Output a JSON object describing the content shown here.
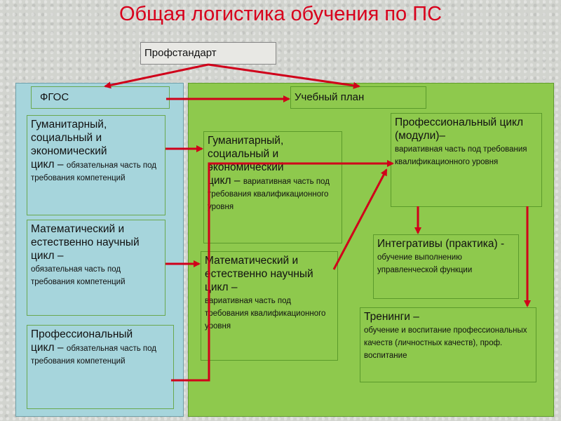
{
  "title": "Общая логистика обучения по ПС",
  "profstandard": "Профстандарт",
  "fgos": "ФГОС",
  "curriculum": "Учебный план",
  "left": {
    "hum_big": "Гуманитарный, социальный и экономический",
    "hum_cycle": "цикл –",
    "hum_small": "обязательная часть под требования компетенций",
    "math_big": "Математический и естественно научный цикл –",
    "math_small": "обязательная часть под требования компетенций",
    "prof_big": "Профессиональный",
    "prof_cycle": "цикл –",
    "prof_small": "обязательная часть под требования компетенций"
  },
  "right": {
    "hum_big": "Гуманитарный, социальный и экономический",
    "hum_cycle": "цикл –",
    "hum_small": "вариативная часть под требования квалификационного уровня",
    "math_big": "Математический и естественно научный цикл –",
    "math_small": "вариативная часть под требования квалификационного уровня",
    "prof_big": "Профессиональный цикл (модули)–",
    "prof_small": "вариативная часть под требования квалификационного уровня",
    "integ_big": "Интегративы (практика) -",
    "integ_small": "обучение выполнению управленческой функции",
    "train_big": "Тренинги –",
    "train_small": "обучение и воспитание профессиональных качеств (личностных качеств), проф. воспитание"
  },
  "colors": {
    "arrow": "#d0001a",
    "title": "#d8001c",
    "left_panel": "#a6d5dc",
    "right_panel": "#8ec94d"
  }
}
